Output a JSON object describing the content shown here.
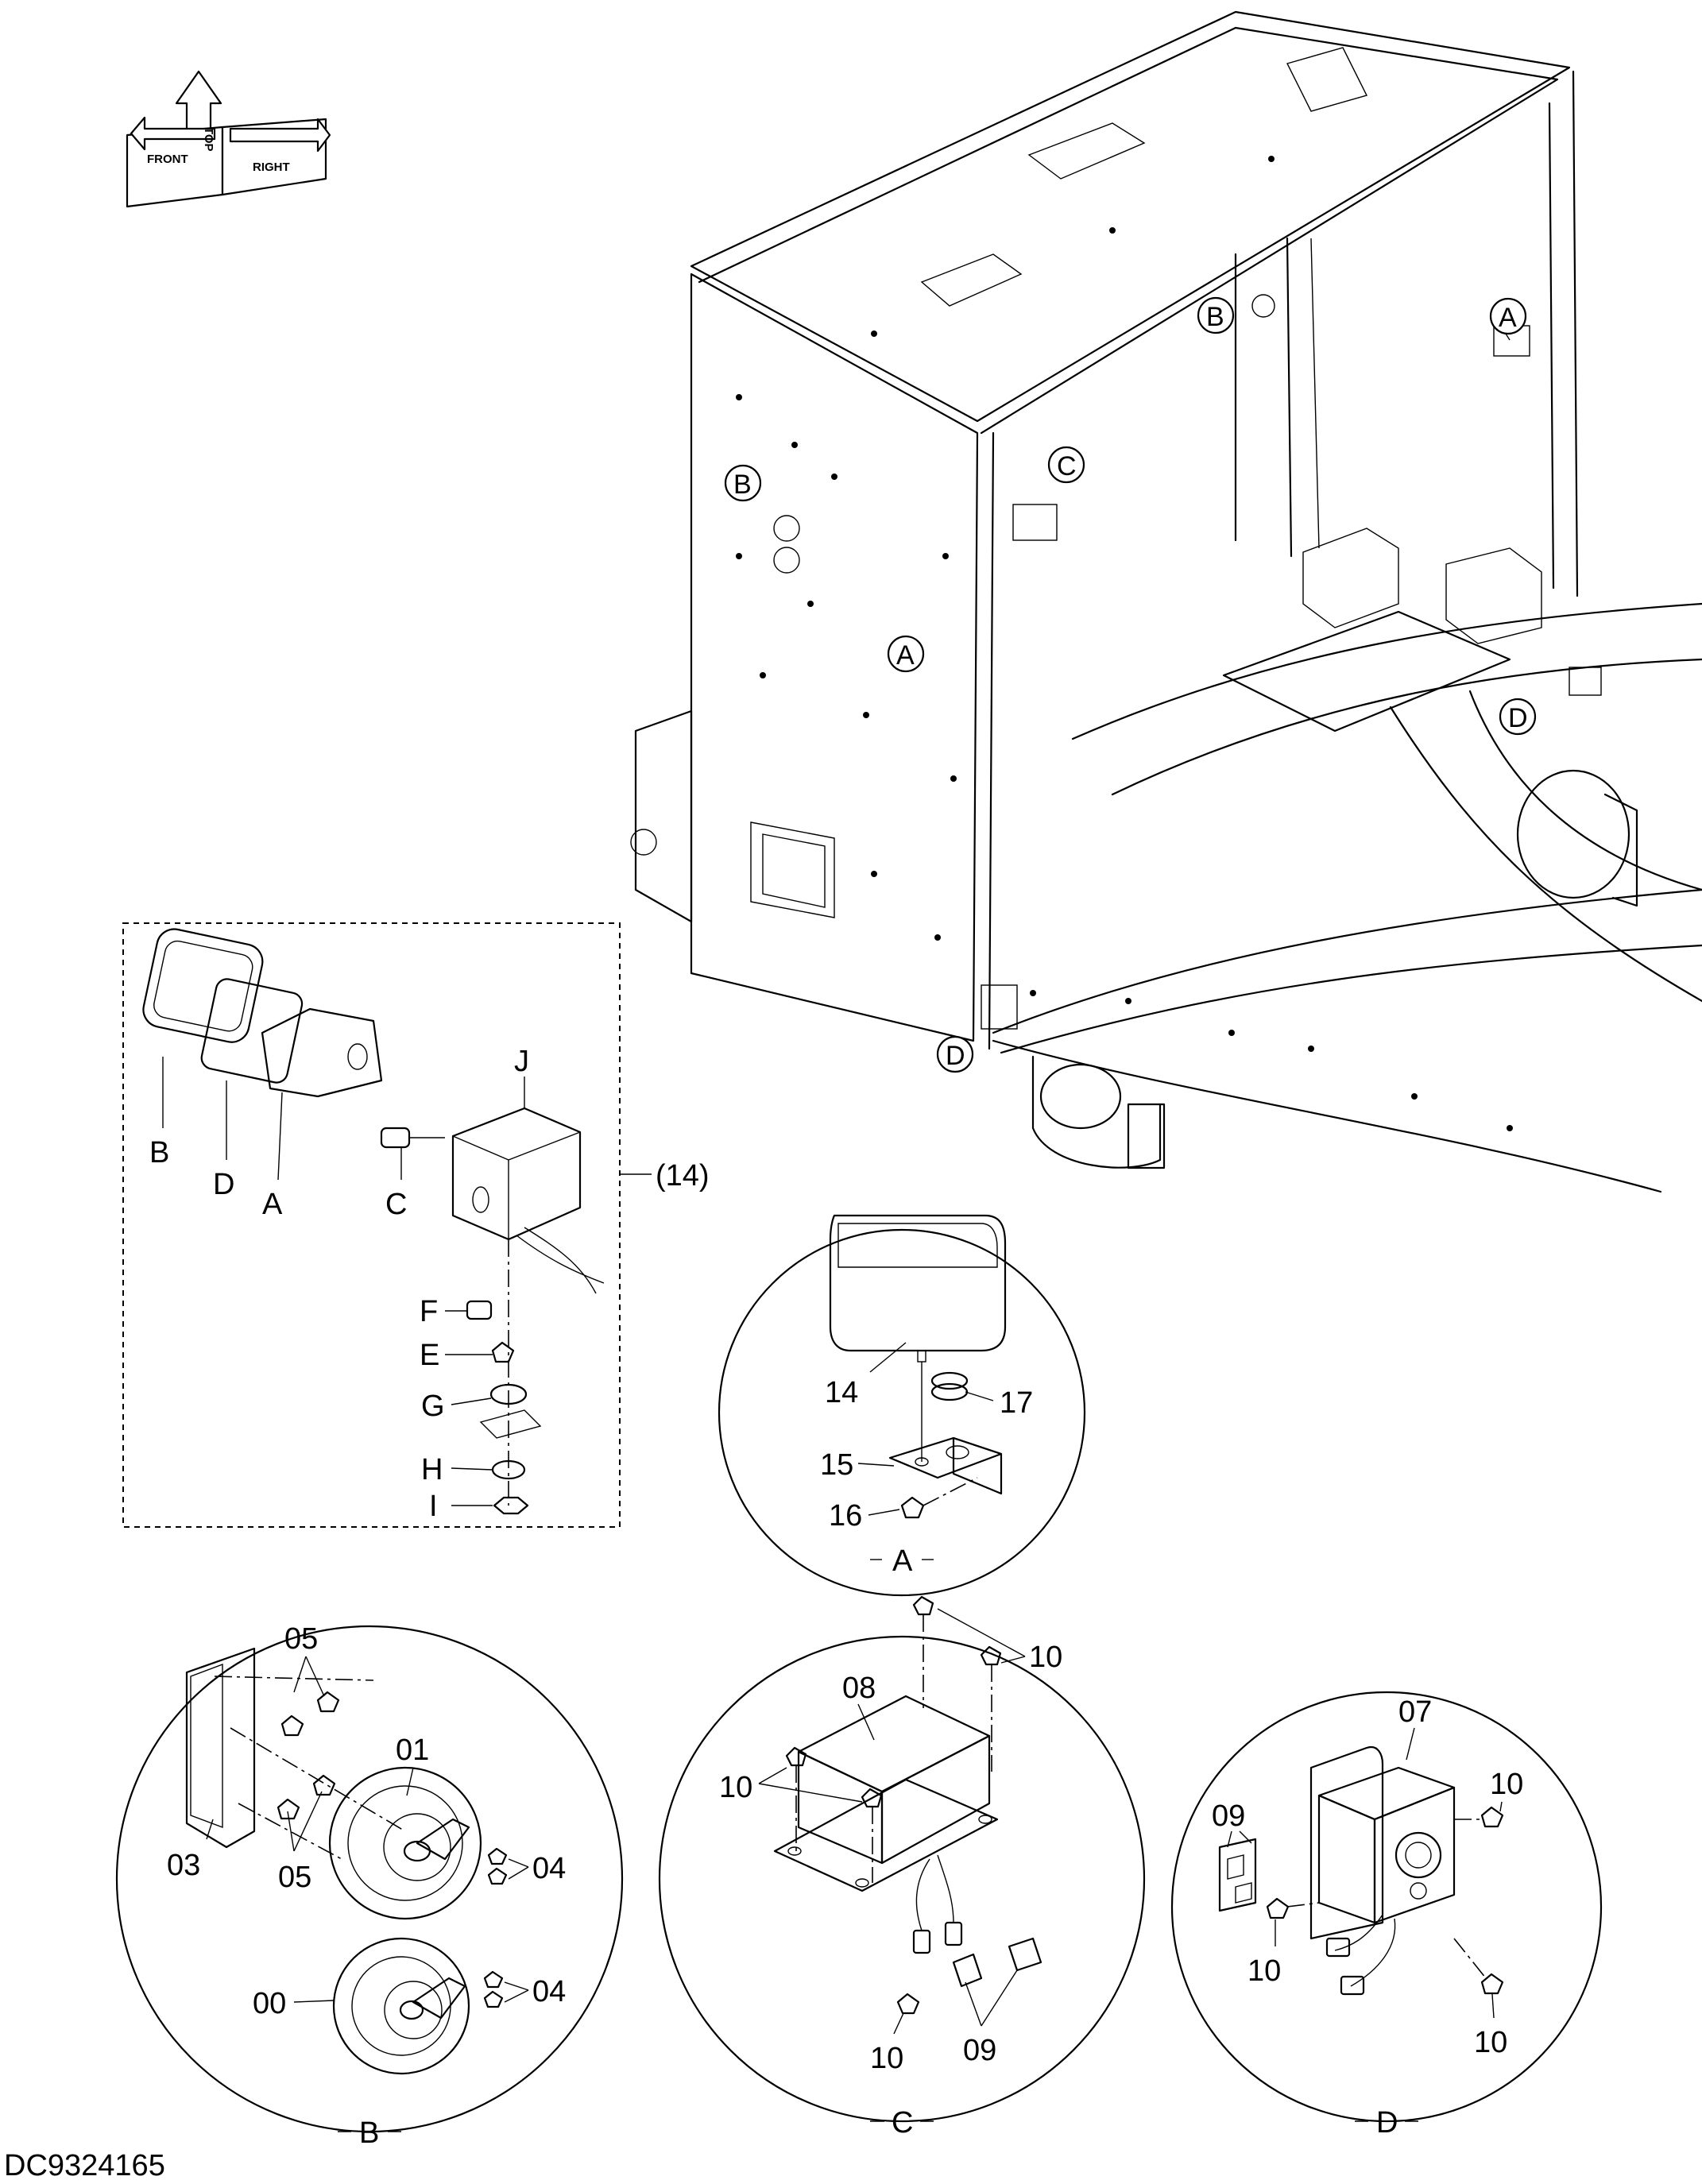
{
  "orientation_arrows": {
    "front": "FRONT",
    "top": "TOP",
    "right": "RIGHT"
  },
  "drawing_number": "DC9324165",
  "callouts": {
    "a": "A",
    "b": "B",
    "c": "C",
    "d": "D"
  },
  "lamp_assembly": {
    "assembly_ref": "(14)",
    "parts": {
      "b": "B",
      "d": "D",
      "a": "A",
      "c": "C",
      "j": "J",
      "f": "F",
      "e": "E",
      "g": "G",
      "h": "H",
      "i": "I"
    }
  },
  "detail_a": {
    "title": "A",
    "parts": {
      "p14": "14",
      "p15": "15",
      "p16": "16",
      "p17": "17"
    }
  },
  "detail_b": {
    "title": "B",
    "parts": {
      "p05a": "05",
      "p05b": "05",
      "p01": "01",
      "p03": "03",
      "p04a": "04",
      "p04b": "04",
      "p00": "00"
    }
  },
  "detail_c": {
    "title": "C",
    "parts": {
      "p08": "08",
      "p10a": "10",
      "p10b": "10",
      "p10c": "10",
      "p09": "09"
    }
  },
  "detail_d": {
    "title": "D",
    "parts": {
      "p07": "07",
      "p09": "09",
      "p10a": "10",
      "p10b": "10",
      "p10c": "10"
    }
  }
}
